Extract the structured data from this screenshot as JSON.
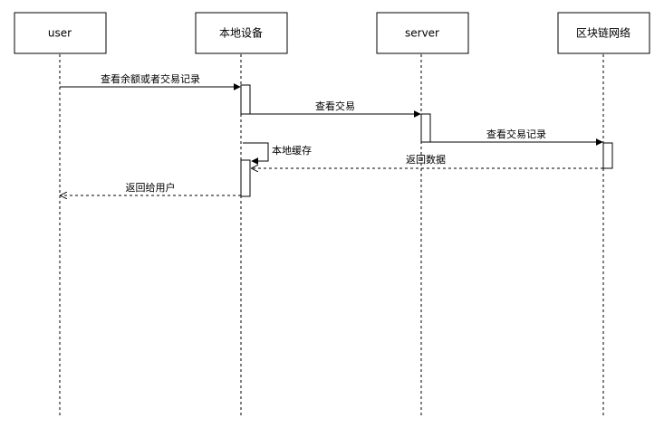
{
  "participants": [
    {
      "id": "user",
      "label": "user"
    },
    {
      "id": "device",
      "label": "本地设备"
    },
    {
      "id": "server",
      "label": "server"
    },
    {
      "id": "chain",
      "label": "区块链网络"
    }
  ],
  "messages": [
    {
      "label": "查看余额或者交易记录",
      "from": "user",
      "to": "device",
      "style": "solid"
    },
    {
      "label": "查看交易",
      "from": "device",
      "to": "server",
      "style": "solid"
    },
    {
      "label": "查看交易记录",
      "from": "server",
      "to": "chain",
      "style": "solid"
    },
    {
      "label": "本地缓存",
      "from": "device",
      "to": "device",
      "style": "self"
    },
    {
      "label": "返回数据",
      "from": "chain",
      "to": "device",
      "style": "dashed"
    },
    {
      "label": "返回给用户",
      "from": "device",
      "to": "user",
      "style": "dashed"
    }
  ]
}
